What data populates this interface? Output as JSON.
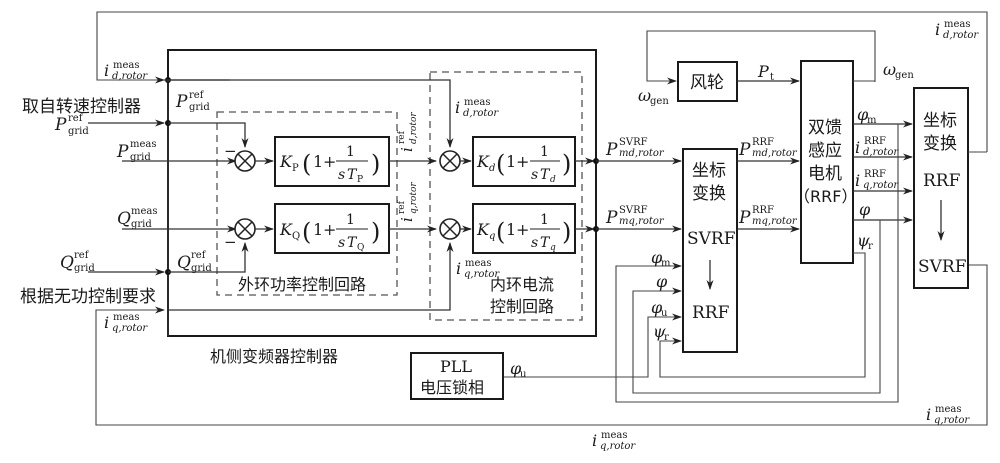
{
  "title": "机侧变频器控制器",
  "labels": {
    "speed_ctrl": "取自转速控制器",
    "reactive_req": "根据无功控制要求",
    "outer_loop": "外环功率控制回路",
    "inner_loop_1": "内环电流",
    "inner_loop_2": "控制回路",
    "converter_ctrl": "机侧变频器控制器"
  },
  "blocks": {
    "wind_turbine": "风轮",
    "dfig_1": "双馈",
    "dfig_2": "感应",
    "dfig_3": "电机",
    "dfig_4": "（RRF）",
    "ct1_1": "坐标",
    "ct1_2": "变换",
    "ct1_from": "SVRF",
    "ct1_to": "RRF",
    "ct2_1": "坐标",
    "ct2_2": "变换",
    "ct2_from": "RRF",
    "ct2_to": "SVRF",
    "pll_1": "PLL",
    "pll_2": "电压锁相"
  },
  "controllers": [
    {
      "gain": "K",
      "gain_sub": "P",
      "time": "T",
      "time_sub": "P"
    },
    {
      "gain": "K",
      "gain_sub": "Q",
      "time": "T",
      "time_sub": "Q"
    },
    {
      "gain": "K",
      "gain_sub": "d",
      "time": "T",
      "time_sub": "d"
    },
    {
      "gain": "K",
      "gain_sub": "q",
      "time": "T",
      "time_sub": "q"
    }
  ],
  "formula": {
    "one": "1",
    "plus": "+",
    "num": "1",
    "s": "s",
    "lparen": "(",
    "rparen": ")"
  },
  "signals": {
    "i": "i",
    "P": "P",
    "Q": "Q",
    "omega": "ω",
    "phi": "φ",
    "psi": "ψ",
    "meas": "meas",
    "ref": "ref",
    "grid": "grid",
    "d_rotor": "d,rotor",
    "q_rotor": "q,rotor",
    "svrf": "SVRF",
    "rrf": "RRF",
    "md_rotor": "md,rotor",
    "mq_rotor": "mq,rotor",
    "gen": "gen",
    "t": "t",
    "m": "m",
    "u": "u",
    "r": "r",
    "minus": "−"
  }
}
